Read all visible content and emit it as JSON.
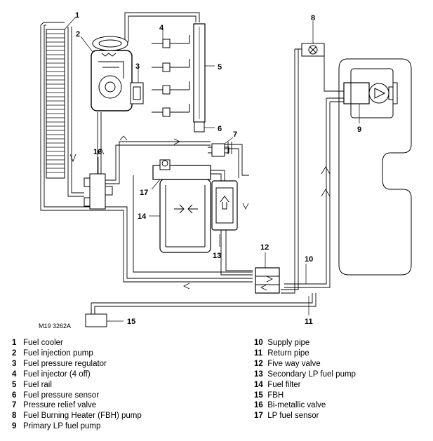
{
  "figure_ref": "M19 3262A",
  "callouts": [
    "1",
    "2",
    "3",
    "4",
    "5",
    "6",
    "7",
    "8",
    "9",
    "10",
    "11",
    "12",
    "13",
    "14",
    "15",
    "16",
    "17"
  ],
  "legend_left": [
    {
      "num": "1",
      "text": "Fuel cooler"
    },
    {
      "num": "2",
      "text": "Fuel injection pump"
    },
    {
      "num": "3",
      "text": "Fuel pressure regulator"
    },
    {
      "num": "4",
      "text": "Fuel injector (4 off)"
    },
    {
      "num": "5",
      "text": "Fuel rail"
    },
    {
      "num": "6",
      "text": "Fuel pressure sensor"
    },
    {
      "num": "7",
      "text": "Pressure relief valve"
    },
    {
      "num": "8",
      "text": "Fuel Burning Heater (FBH) pump"
    },
    {
      "num": "9",
      "text": "Primary LP fuel pump"
    }
  ],
  "legend_right": [
    {
      "num": "10",
      "text": "Supply pipe"
    },
    {
      "num": "11",
      "text": "Return pipe"
    },
    {
      "num": "12",
      "text": "Five way valve"
    },
    {
      "num": "13",
      "text": "Secondary LP fuel pump"
    },
    {
      "num": "14",
      "text": "Fuel filter"
    },
    {
      "num": "15",
      "text": "FBH"
    },
    {
      "num": "16",
      "text": "Bi-metallic valve"
    },
    {
      "num": "17",
      "text": "LP fuel sensor"
    }
  ]
}
